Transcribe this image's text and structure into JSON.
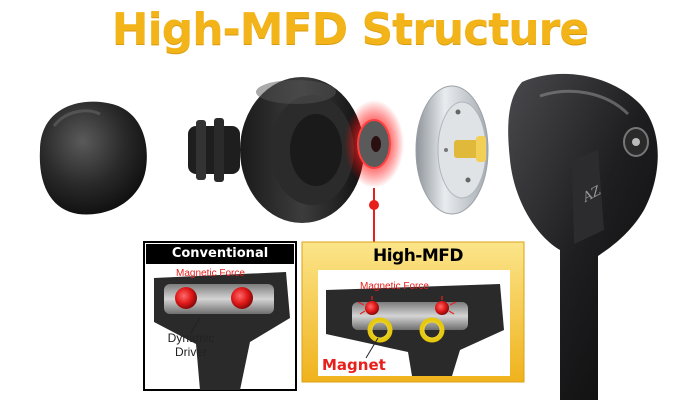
{
  "title": "High-MFD Structure",
  "panels": {
    "conventional": {
      "label": "Conventional",
      "force_label": "Magnetic Force",
      "driver_label": "Dynamic Driver"
    },
    "high_mfd": {
      "label": "High-MFD",
      "force_label": "Magnetic Force",
      "magnet_label": "Magnet"
    }
  },
  "logo": "AZ",
  "colors": {
    "title": "#f2b418",
    "highlight_red": "#e8201c",
    "panel_gold": "#f5c432",
    "magnet_yellow": "#f2e43c"
  }
}
